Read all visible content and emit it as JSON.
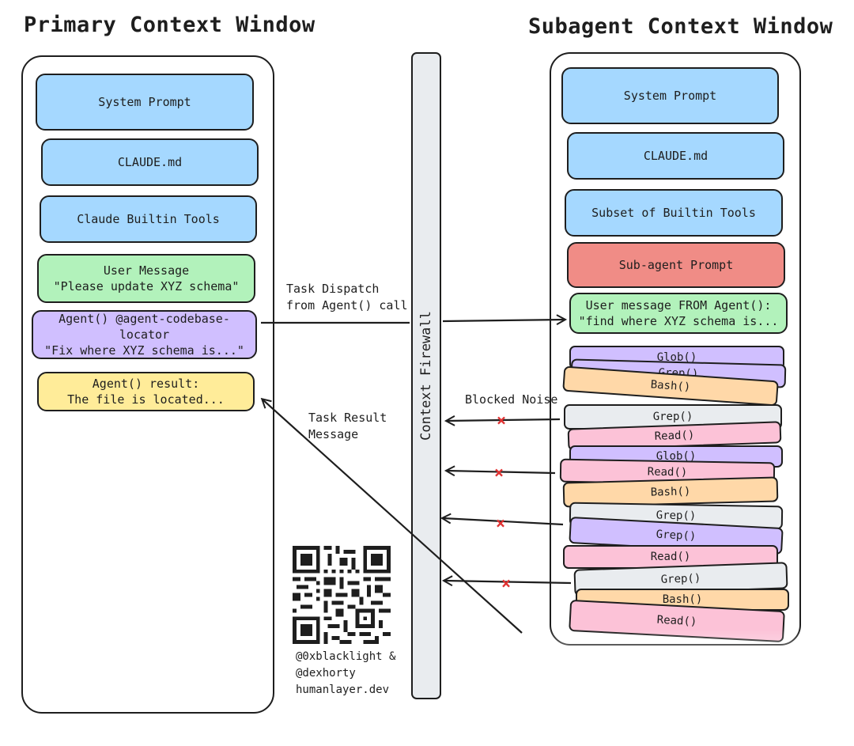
{
  "titles": {
    "primary": "Primary Context Window",
    "subagent": "Subagent Context Window"
  },
  "primary": {
    "system_prompt": "System Prompt",
    "claude_md": "CLAUDE.md",
    "builtin_tools": "Claude Builtin Tools",
    "user_message": [
      "User Message",
      "\"Please update XYZ schema\""
    ],
    "agent_call": [
      "Agent() @agent-codebase-locator",
      "\"Fix where XYZ schema is...\""
    ],
    "agent_result": [
      "Agent() result:",
      "The file is located..."
    ]
  },
  "subagent": {
    "system_prompt": "System Prompt",
    "claude_md": "CLAUDE.md",
    "builtin_tools": "Subset of Builtin Tools",
    "subagent_prompt": "Sub-agent Prompt",
    "user_message": [
      "User message FROM Agent():",
      "\"find where XYZ schema is..."
    ],
    "tool_calls": [
      "Glob()",
      "Grep()",
      "Bash()",
      "Grep()",
      "Read()",
      "Glob()",
      "Read()",
      "Bash()",
      "Grep()",
      "Grep()",
      "Read()",
      "Grep()",
      "Bash()",
      "Read()"
    ]
  },
  "firewall": "Context Firewall",
  "labels": {
    "task_dispatch": [
      "Task Dispatch",
      "from Agent() call"
    ],
    "task_result": [
      "Task Result",
      "Message"
    ],
    "blocked_noise": "Blocked Noise",
    "x_mark": "×"
  },
  "credits": [
    "@0xblacklight &",
    "@dexhorty",
    "humanlayer.dev"
  ],
  "colors": {
    "blue": "#a5d8ff",
    "green": "#b2f2bb",
    "purple": "#d0bfff",
    "yellow": "#ffec99",
    "red": "#f08c86",
    "orange": "#ffd8a8",
    "gray": "#e9ecef",
    "pink": "#fcc2d7",
    "x_red": "#e03131"
  }
}
